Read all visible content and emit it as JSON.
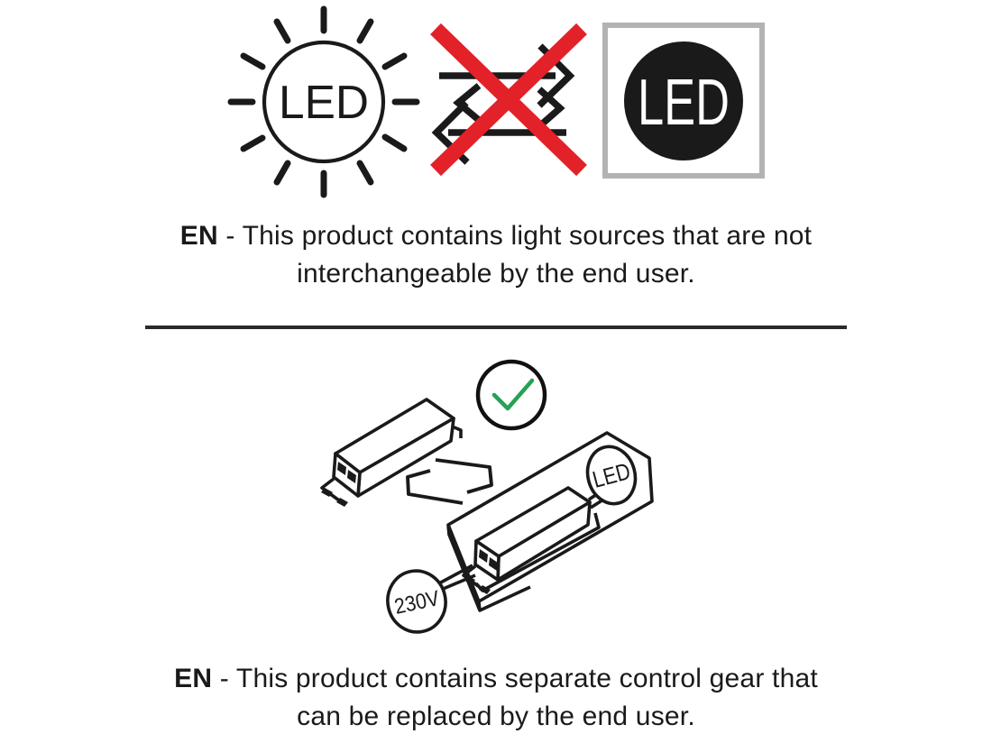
{
  "colors": {
    "ink": "#1a1a1a",
    "cross_red": "#e32128",
    "check_green": "#27a155",
    "frame_gray": "#b3b3b3"
  },
  "section_light_source": {
    "sun_led_label": "LED",
    "boxed_led_label": "LED",
    "caption_lang": "EN",
    "caption_line1": "- This product contains light sources that are not",
    "caption_line2": "interchangeable by the end user."
  },
  "section_control_gear": {
    "led_label": "LED",
    "voltage_label": "230V",
    "caption_lang": "EN",
    "caption_line1": "- This product contains separate control gear that",
    "caption_line2": "can be replaced by the end user."
  }
}
